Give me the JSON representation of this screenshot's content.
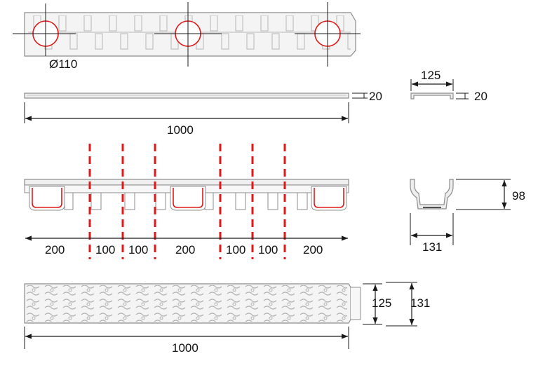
{
  "labels": {
    "hole_diameter": "Ø110",
    "grate_height": "20",
    "grate_section_width": "125",
    "grate_section_height": "20",
    "length_top": "1000",
    "channel_height": "98",
    "channel_width": "131",
    "seg_1": "200",
    "seg_2": "100",
    "seg_3": "100",
    "seg_4": "200",
    "seg_5": "100",
    "seg_6": "100",
    "seg_7": "200",
    "inner_width": "125",
    "outer_width": "131",
    "length_bottom": "1000"
  },
  "colors": {
    "line": "#1a1a1a",
    "part_stroke": "#8c8c8c",
    "part_fill": "#f2f2f2",
    "highlight": "#e01818",
    "cut_line": "#e01818"
  }
}
